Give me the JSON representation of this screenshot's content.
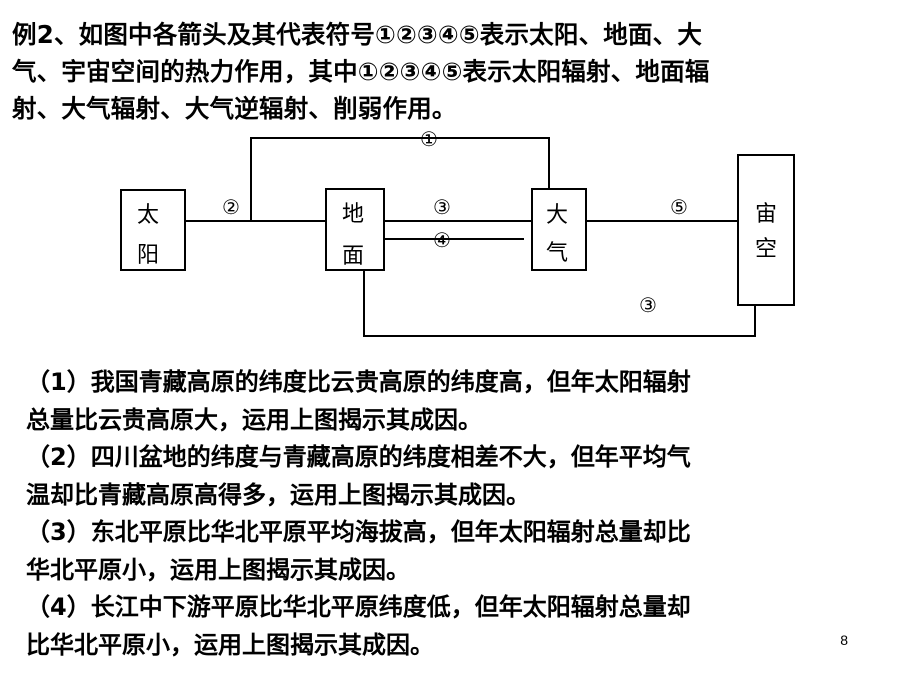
{
  "intro": {
    "lines": [
      "例2、如图中各箭头及其代表符号①②③④⑤表示太阳、地面、大",
      "气、宇宙空间的热力作用，其中①②③④⑤表示太阳辐射、地面辐",
      "射、大气辐射、大气逆辐射、削弱作用。"
    ]
  },
  "diagram": {
    "boxes": {
      "sun": [
        "太",
        "阳"
      ],
      "ground": [
        "地",
        "面"
      ],
      "atmosphere": [
        "大",
        "气"
      ],
      "space": [
        "宙",
        "空"
      ]
    },
    "labels": {
      "top": "①",
      "sun_ground": "②",
      "ground_atm_upper": "③",
      "ground_atm_lower": "④",
      "atm_space": "⑤",
      "bottom": "③"
    }
  },
  "questions": {
    "lines": [
      "（1）我国青藏高原的纬度比云贵高原的纬度高，但年太阳辐射",
      "总量比云贵高原大，运用上图揭示其成因。",
      "（2）四川盆地的纬度与青藏高原的纬度相差不大，但年平均气",
      "温却比青藏高原高得多，运用上图揭示其成因。",
      "（3）东北平原比华北平原平均海拔高，但年太阳辐射总量却比",
      "华北平原小，运用上图揭示其成因。",
      "（4）长江中下游平原比华北平原纬度低，但年太阳辐射总量却",
      "比华北平原小，运用上图揭示其成因。"
    ]
  },
  "page_number": "8"
}
